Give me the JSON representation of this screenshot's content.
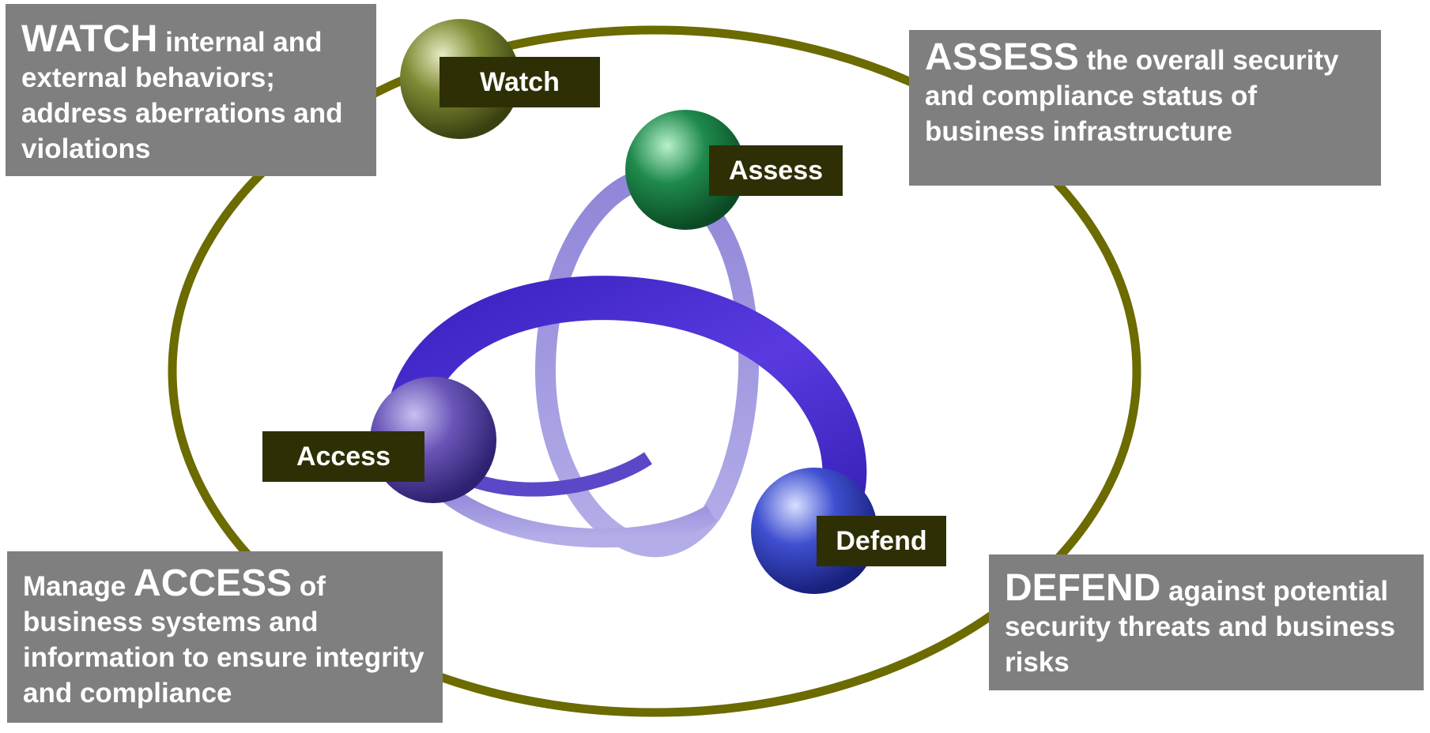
{
  "callouts": {
    "watch": {
      "keyword": "WATCH",
      "pre": "",
      "text": " internal and external behaviors; address aberrations and violations"
    },
    "assess": {
      "keyword": "ASSESS",
      "pre": "",
      "text": " the overall security and compliance status of business infrastructure"
    },
    "access": {
      "keyword": "ACCESS",
      "pre": "Manage  ",
      "text": " of business systems and information to ensure integrity and compliance"
    },
    "defend": {
      "keyword": "DEFEND",
      "pre": "",
      "text": " against potential security threats and business risks"
    }
  },
  "nodes": {
    "watch": {
      "label": "Watch"
    },
    "assess": {
      "label": "Assess"
    },
    "access": {
      "label": "Access"
    },
    "defend": {
      "label": "Defend"
    }
  },
  "colors": {
    "ring": "#6b6b00",
    "callout_bg": "#7f7f7f",
    "tag_bg": "#2f2f06",
    "ribbon_dark": "#4a2fd0",
    "ribbon_light": "#9b93de",
    "sphere_watch": "#6f7a2a",
    "sphere_assess": "#1f8a4c",
    "sphere_access": "#6a55b8",
    "sphere_defend": "#3f4fd0"
  }
}
